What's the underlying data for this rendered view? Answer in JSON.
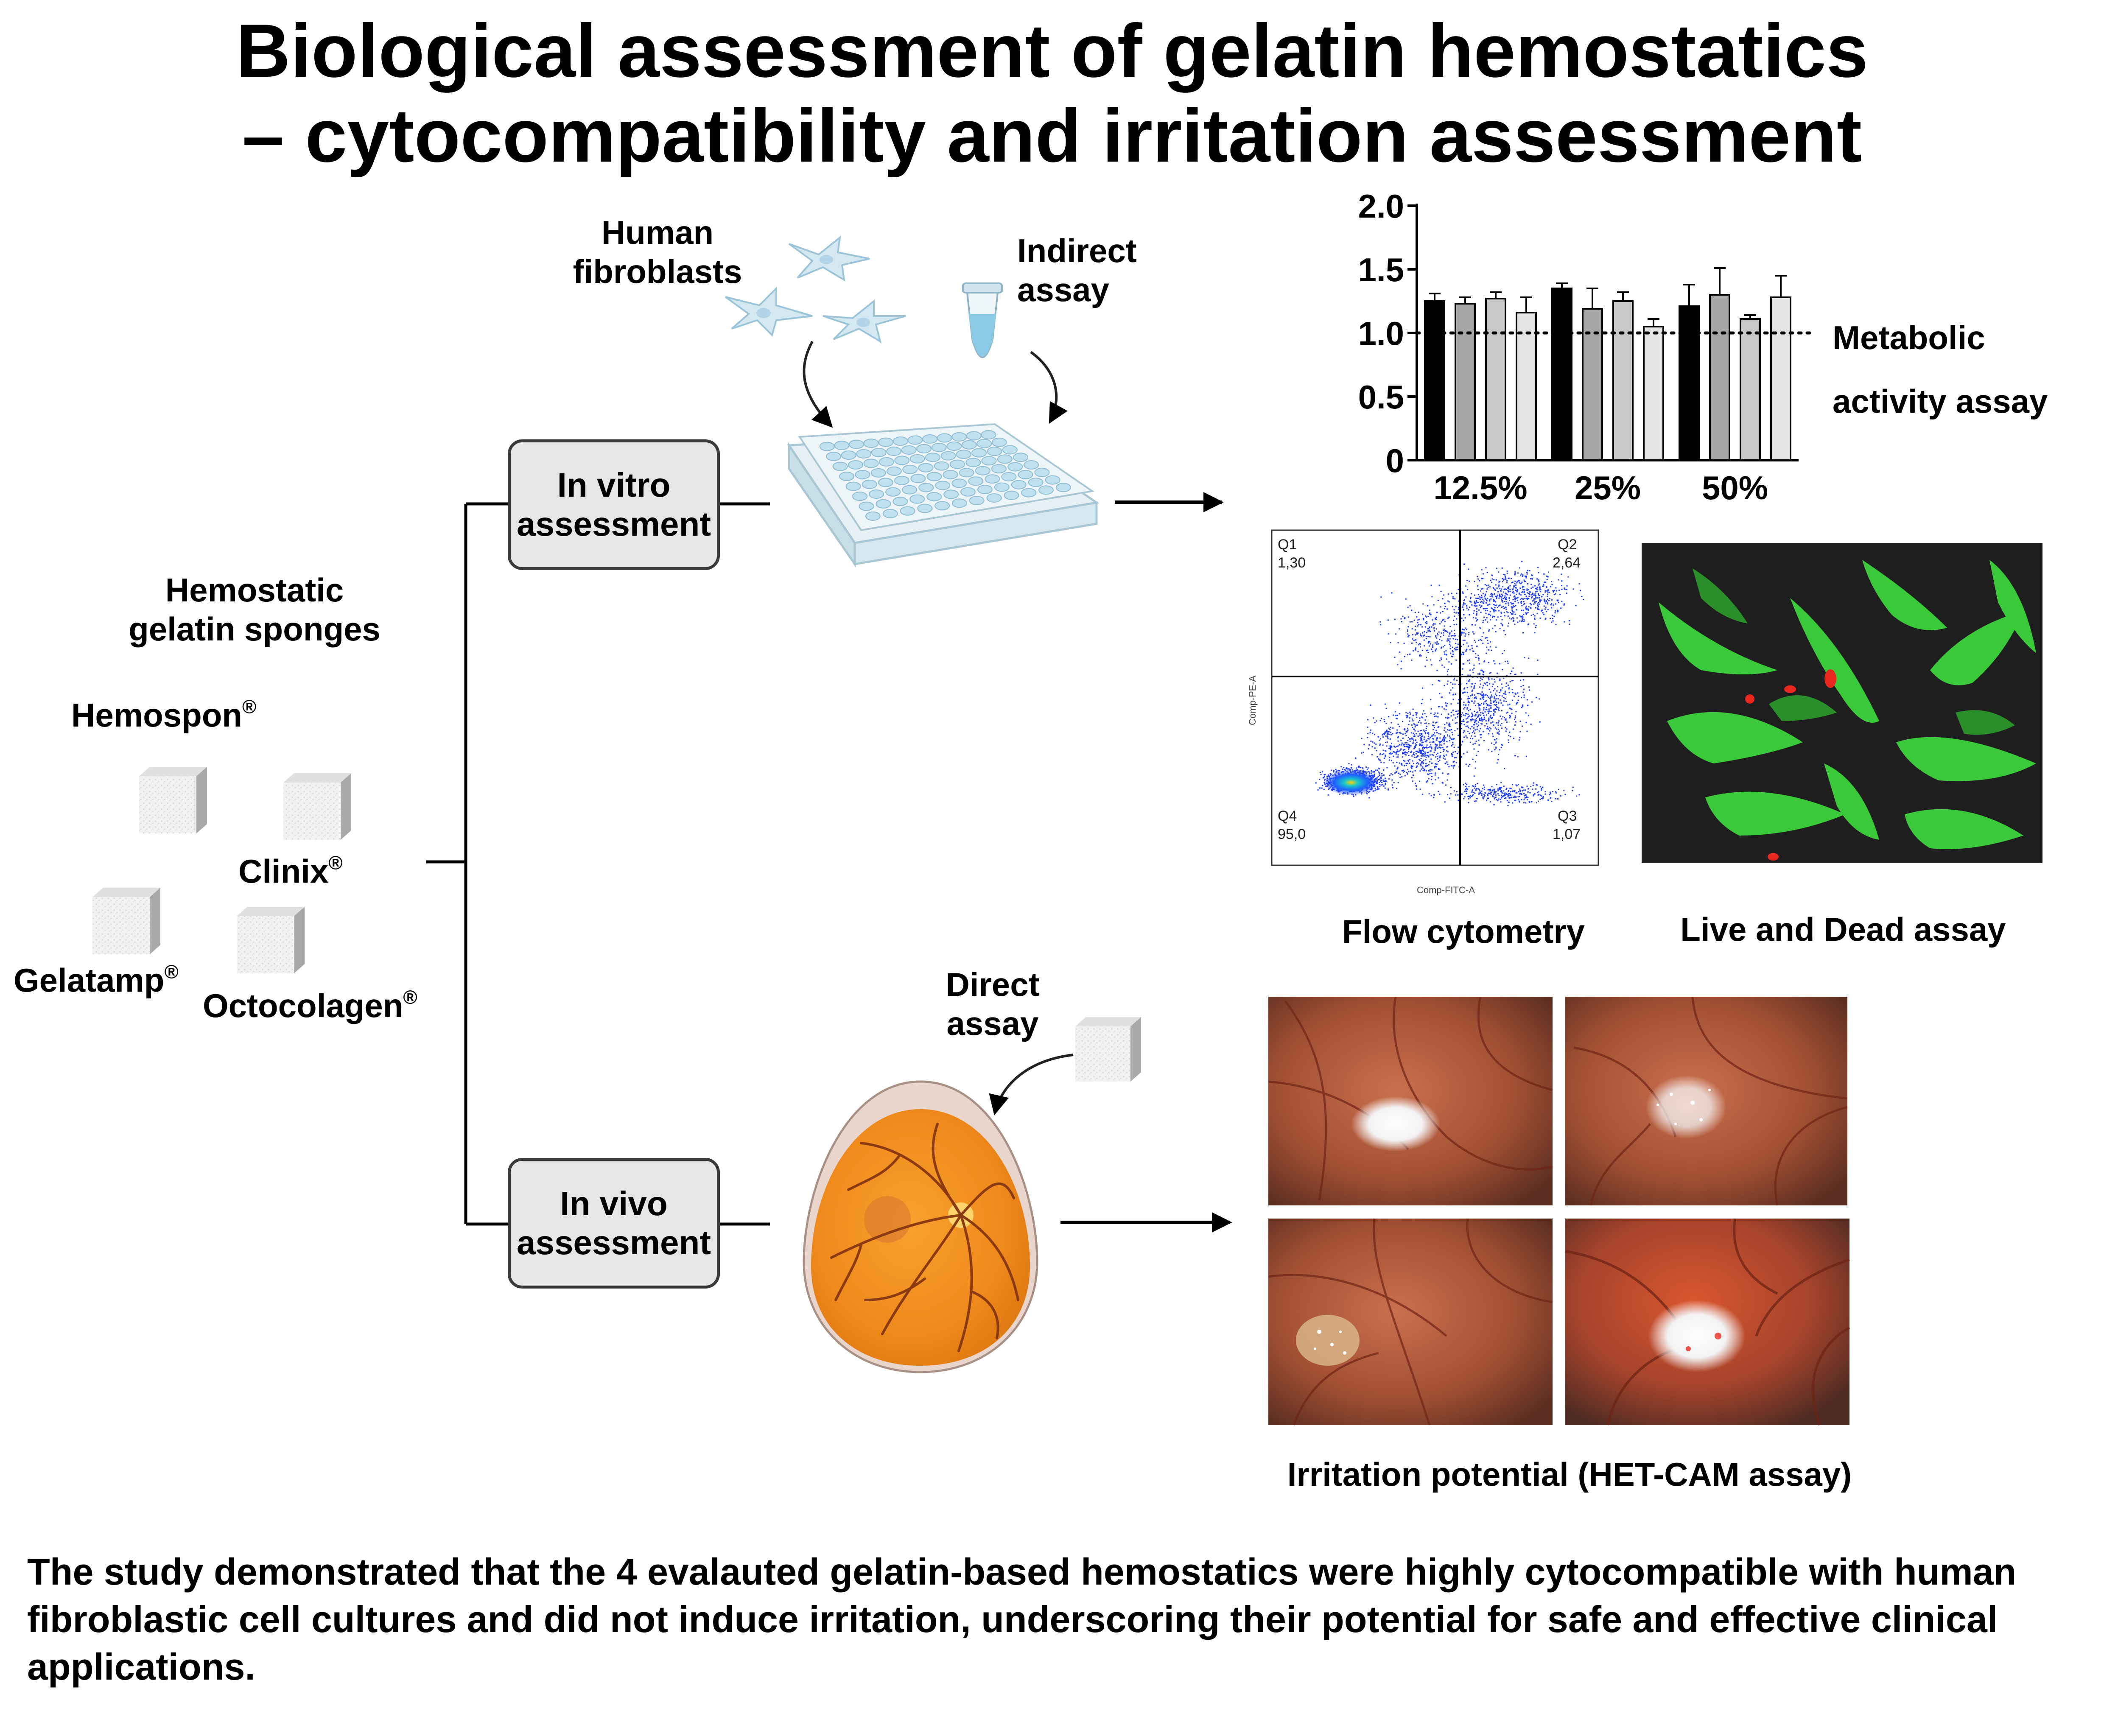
{
  "title": {
    "line1": "Biological assessment of gelatin hemostatics",
    "line2": "– cytocompatibility and irritation assessment"
  },
  "left": {
    "heading_line1": "Hemostatic",
    "heading_line2": "gelatin sponges",
    "products": [
      {
        "name": "Hemospon",
        "mark": "®"
      },
      {
        "name": "Clinix",
        "mark": "®"
      },
      {
        "name": "Gelatamp",
        "mark": "®"
      },
      {
        "name": "Octocolagen",
        "mark": "®"
      }
    ]
  },
  "boxes": {
    "in_vitro_line1": "In vitro",
    "in_vitro_line2": "assessment",
    "in_vivo_line1": "In vivo",
    "in_vivo_line2": "assessment"
  },
  "labels": {
    "fibroblasts_line1": "Human",
    "fibroblasts_line2": "fibroblasts",
    "indirect_line1": "Indirect",
    "indirect_line2": "assay",
    "direct_line1": "Direct",
    "direct_line2": "assay",
    "metabolic_line1": "Metabolic",
    "metabolic_line2": "activity assay",
    "flow": "Flow cytometry",
    "live_dead": "Live and Dead assay",
    "hetcam": "Irritation potential (HET-CAM assay)"
  },
  "flow_panel": {
    "quadrants": [
      {
        "name": "Q1",
        "value": "1,30"
      },
      {
        "name": "Q2",
        "value": "2,64"
      },
      {
        "name": "Q3",
        "value": "1,07"
      },
      {
        "name": "Q4",
        "value": "95,0"
      }
    ],
    "xlabel": "Comp-FITC-A",
    "ylabel": "Comp-PE-A"
  },
  "conclusion": "The study demonstrated that the 4 evalauted gelatin-based hemostatics were highly cytocompatible with human fibroblastic cell cultures and did not induce irritation, underscoring their potential for safe and effective clinical applications.",
  "colors": {
    "bar_black": "#000000",
    "bar_darkgray": "#a6a6a6",
    "bar_midgray": "#c8c8c8",
    "bar_lightgray": "#e4e4e4",
    "plate_blue": "#bfe0ef",
    "egg_orange": "#f08c1e",
    "flow_blue": "#1e3cff",
    "live_green": "#3cdc3c",
    "dead_red": "#e8281e"
  },
  "chart_data": {
    "type": "bar",
    "categories": [
      "12.5%",
      "25%",
      "50%"
    ],
    "series": [
      {
        "values": [
          1.25,
          1.35,
          1.21
        ],
        "errors": [
          0.06,
          0.04,
          0.17
        ],
        "color": "#000000"
      },
      {
        "values": [
          1.23,
          1.19,
          1.3
        ],
        "errors": [
          0.05,
          0.16,
          0.21
        ],
        "color": "#a6a6a6"
      },
      {
        "values": [
          1.27,
          1.25,
          1.11
        ],
        "errors": [
          0.05,
          0.07,
          0.03
        ],
        "color": "#c8c8c8"
      },
      {
        "values": [
          1.16,
          1.05,
          1.28
        ],
        "errors": [
          0.12,
          0.06,
          0.17
        ],
        "color": "#e4e4e4"
      }
    ],
    "ylim": [
      0,
      2.0
    ],
    "yticks": [
      "0",
      "0.5",
      "1.0",
      "1.5",
      "2.0"
    ],
    "yticks_values": [
      0,
      0.5,
      1.0,
      1.5,
      2.0
    ],
    "reference_line": 1.0,
    "xlabel": "",
    "ylabel": ""
  }
}
